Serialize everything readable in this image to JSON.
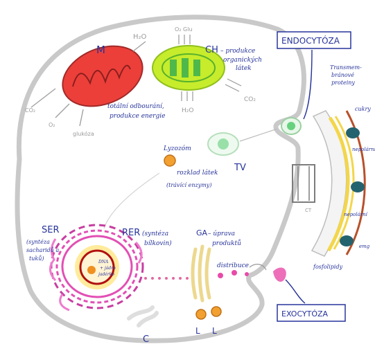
{
  "labels": {
    "mitochondrion": "M",
    "mito_text_1": "totální odbourání,",
    "mito_text_2": "produkce energie",
    "h2o_top": "H₂O",
    "o2_top": "O₂",
    "co2_left": "CO₂",
    "glucose": "glukóza",
    "chloroplast": "CH",
    "ch_text_1": "– produkce",
    "ch_text_2": "organických",
    "ch_text_3": "látek",
    "ch_o2_glucose": "O₂ Glu",
    "ch_h2o": "H₂O",
    "ch_co2": "CO₂",
    "endocytosis": "ENDOCYTÓZA",
    "transmembrane_1": "Transmem-",
    "transmembrane_2": "bránové",
    "transmembrane_3": "proteiny",
    "sugars": "cukry",
    "nonpolar": "nepolární",
    "nonpolar_2": "nepolární",
    "phospholipids": "fosfolipidy",
    "vacuole": "TV",
    "lysosome_enzyme": "Lyzozóm",
    "lys_text_1": "rozklad látek",
    "lys_text_2": "(trávící enzymy)",
    "ser": "SER",
    "ser_text_1": "(syntéza",
    "ser_text_2": "sacharidů a",
    "ser_text_3": "tuků)",
    "rer": "RER",
    "rer_text_1": "(syntéza",
    "rer_text_2": "bílkovin)",
    "nucleus_1": "DNA",
    "nucleus_2": "+ jádro",
    "nucleus_3": "jadérko",
    "golgi": "GA",
    "golgi_text_1": "– úprava",
    "golgi_text_2": "produktů",
    "distribution": "distribuce",
    "exocytosis": "EXOCYTÓZA",
    "cytoskeleton": "C",
    "lysosome_1": "L",
    "lysosome_2": "L",
    "channel": "CT",
    "extra": "emg"
  },
  "colors": {
    "membrane": "#c9c9c9",
    "mito": "#e8403c",
    "chloro": "#c4ea2a",
    "er": "#e24fb4",
    "ink": "#26339a",
    "vesicle": "#f0b030",
    "golgi": "#f4e6a0",
    "green_vesicle": "#30c050",
    "nucleus_glow": "#ffd84a"
  }
}
